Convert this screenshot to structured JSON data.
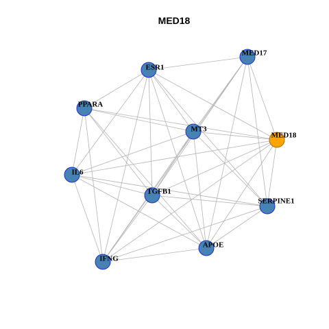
{
  "title": "MED18",
  "colors": {
    "node_fill": "#4682B4",
    "node_stroke": "#1f2fd0",
    "highlight_fill": "#FFA500",
    "highlight_stroke": "#b06a00",
    "edge": "#b3b3b3"
  },
  "highlight": "MED18",
  "nodes": [
    "MED17",
    "ESR1",
    "PPARA",
    "MT3",
    "MED18",
    "IL6",
    "TGFB1",
    "SERPINE1",
    "APOE",
    "IFNG"
  ],
  "edges": [
    [
      "ESR1",
      "MED17"
    ],
    [
      "ESR1",
      "PPARA"
    ],
    [
      "ESR1",
      "IL6"
    ],
    [
      "ESR1",
      "MT3"
    ],
    [
      "ESR1",
      "MED18"
    ],
    [
      "ESR1",
      "TGFB1"
    ],
    [
      "ESR1",
      "SERPINE1"
    ],
    [
      "ESR1",
      "APOE"
    ],
    [
      "ESR1",
      "IFNG"
    ],
    [
      "MED17",
      "MT3"
    ],
    [
      "MED17",
      "MED18"
    ],
    [
      "MED17",
      "SERPINE1"
    ],
    [
      "MED17",
      "TGFB1"
    ],
    [
      "MED17",
      "APOE"
    ],
    [
      "MED17",
      "IFNG"
    ],
    [
      "PPARA",
      "MT3"
    ],
    [
      "PPARA",
      "MED18"
    ],
    [
      "PPARA",
      "IL6"
    ],
    [
      "PPARA",
      "TGFB1"
    ],
    [
      "PPARA",
      "APOE"
    ],
    [
      "PPARA",
      "IFNG"
    ],
    [
      "MT3",
      "MED18"
    ],
    [
      "MT3",
      "IL6"
    ],
    [
      "MT3",
      "TGFB1"
    ],
    [
      "MT3",
      "SERPINE1"
    ],
    [
      "MT3",
      "APOE"
    ],
    [
      "MT3",
      "IFNG"
    ],
    [
      "MED18",
      "IL6"
    ],
    [
      "MED18",
      "TGFB1"
    ],
    [
      "MED18",
      "SERPINE1"
    ],
    [
      "MED18",
      "APOE"
    ],
    [
      "MED18",
      "IFNG"
    ],
    [
      "IL6",
      "TGFB1"
    ],
    [
      "IL6",
      "SERPINE1"
    ],
    [
      "IL6",
      "IFNG"
    ],
    [
      "IL6",
      "APOE"
    ],
    [
      "TGFB1",
      "SERPINE1"
    ],
    [
      "TGFB1",
      "APOE"
    ],
    [
      "TGFB1",
      "IFNG"
    ],
    [
      "SERPINE1",
      "APOE"
    ],
    [
      "SERPINE1",
      "IFNG"
    ],
    [
      "APOE",
      "IFNG"
    ]
  ]
}
